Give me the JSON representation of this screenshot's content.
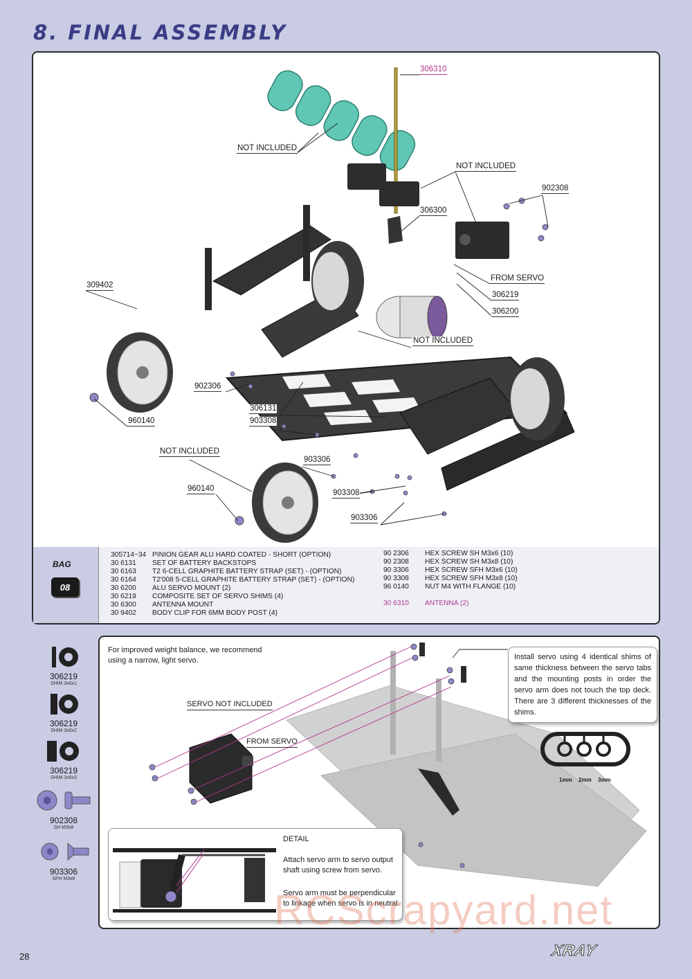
{
  "page": {
    "title": "8. FINAL ASSEMBLY",
    "page_number": "28",
    "brand": "XRAY",
    "watermark": "RCScrapyard.net"
  },
  "diagram": {
    "callouts": [
      {
        "label": "306310",
        "highlight": true
      },
      {
        "label": "NOT INCLUDED"
      },
      {
        "label": "NOT INCLUDED"
      },
      {
        "label": "902308"
      },
      {
        "label": "306300"
      },
      {
        "label": "309402"
      },
      {
        "label": "FROM SERVO"
      },
      {
        "label": "306219"
      },
      {
        "label": "306200"
      },
      {
        "label": "NOT INCLUDED"
      },
      {
        "label": "902306"
      },
      {
        "label": "306131"
      },
      {
        "label": "960140"
      },
      {
        "label": "903308"
      },
      {
        "label": "NOT INCLUDED"
      },
      {
        "label": "903306"
      },
      {
        "label": "960140"
      },
      {
        "label": "903308"
      },
      {
        "label": "903306"
      }
    ]
  },
  "bag": {
    "label": "BAG",
    "number": "08"
  },
  "parts_left": [
    {
      "code": "305714~34",
      "desc": "PINION GEAR ALU HARD COATED - SHORT (OPTION)"
    },
    {
      "code": "30 6131",
      "desc": "SET OF BATTERY BACKSTOPS"
    },
    {
      "code": "30 6163",
      "desc": "T2 6-CELL GRAPHITE BATTERY STRAP (SET) - (OPTION)"
    },
    {
      "code": "30 6164",
      "desc": "T2'008 5-CELL GRAPHITE BATTERY STRAP (SET) - (OPTION)"
    },
    {
      "code": "30 6200",
      "desc": "ALU SERVO MOUNT (2)"
    },
    {
      "code": "30 6219",
      "desc": "COMPOSITE SET OF SERVO SHIMS (4)"
    },
    {
      "code": "30 6300",
      "desc": "ANTENNA MOUNT"
    },
    {
      "code": "30 9402",
      "desc": "BODY CLIP FOR 6MM BODY POST (4)"
    }
  ],
  "parts_right": [
    {
      "code": "90 2306",
      "desc": "HEX SCREW SH M3x6  (10)"
    },
    {
      "code": "90 2308",
      "desc": "HEX SCREW SH M3x8  (10)"
    },
    {
      "code": "90 3306",
      "desc": "HEX SCREW SFH M3x6  (10)"
    },
    {
      "code": "90 3308",
      "desc": "HEX SCREW SFH M3x8  (10)"
    },
    {
      "code": "96 0140",
      "desc": "NUT M4 WITH FLANGE  (10)"
    }
  ],
  "parts_highlight": {
    "code": "30 6310",
    "desc": "ANTENNA (2)"
  },
  "sidebar": {
    "items": [
      {
        "code": "306219",
        "desc": "SHIM 3x6x1"
      },
      {
        "code": "306219",
        "desc": "SHIM 3x6x2"
      },
      {
        "code": "306219",
        "desc": "SHIM 3x6x3"
      },
      {
        "code": "902308",
        "desc": "SH M3x8"
      },
      {
        "code": "903306",
        "desc": "SFH M3x6"
      }
    ]
  },
  "servo_section": {
    "weight_note_1": "For improved weight balance, we recommend",
    "weight_note_2": "using a narrow, light servo.",
    "servo_label": "SERVO NOT INCLUDED",
    "from_servo": "FROM SERVO",
    "info": "Install servo using 4 identical shims of same thickness between the servo tabs and the mounting posts in order the servo arm does not touch the top deck. There are 3 different thicknesses of the shims.",
    "shim_sizes": [
      "1mm",
      "2mm",
      "3mm"
    ],
    "detail_title": "DETAIL",
    "detail_text_1": "Attach servo arm to servo output shaft using screw from servo.",
    "detail_text_2": "Servo arm must be perpendicular to linkage when servo is in neutral."
  },
  "colors": {
    "title": "#3a3c86",
    "background": "#c9cce3",
    "highlight": "#b1388f",
    "battery": "#5fc7b4",
    "screw": "#8e87c9"
  }
}
